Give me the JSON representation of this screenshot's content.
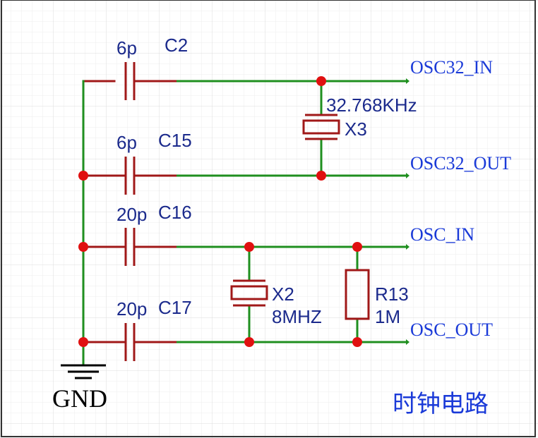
{
  "title": "时钟电路",
  "colors": {
    "wire": "#1f8f1f",
    "component": "#a01818",
    "junction": "#e01010",
    "text": "#1b2a8c",
    "net_label": "#1a3ad8",
    "ground": "#000000",
    "grid": "#e6e6e6"
  },
  "capacitors": [
    {
      "ref": "C2",
      "value": "6p"
    },
    {
      "ref": "C15",
      "value": "6p"
    },
    {
      "ref": "C16",
      "value": "20p"
    },
    {
      "ref": "C17",
      "value": "20p"
    }
  ],
  "crystals": [
    {
      "ref": "X3",
      "value": "32.768KHz"
    },
    {
      "ref": "X2",
      "value": "8MHZ"
    }
  ],
  "resistor": {
    "ref": "R13",
    "value": "1M"
  },
  "net_labels": [
    "OSC32_IN",
    "OSC32_OUT",
    "OSC_IN",
    "OSC_OUT"
  ],
  "ground_label": "GND"
}
